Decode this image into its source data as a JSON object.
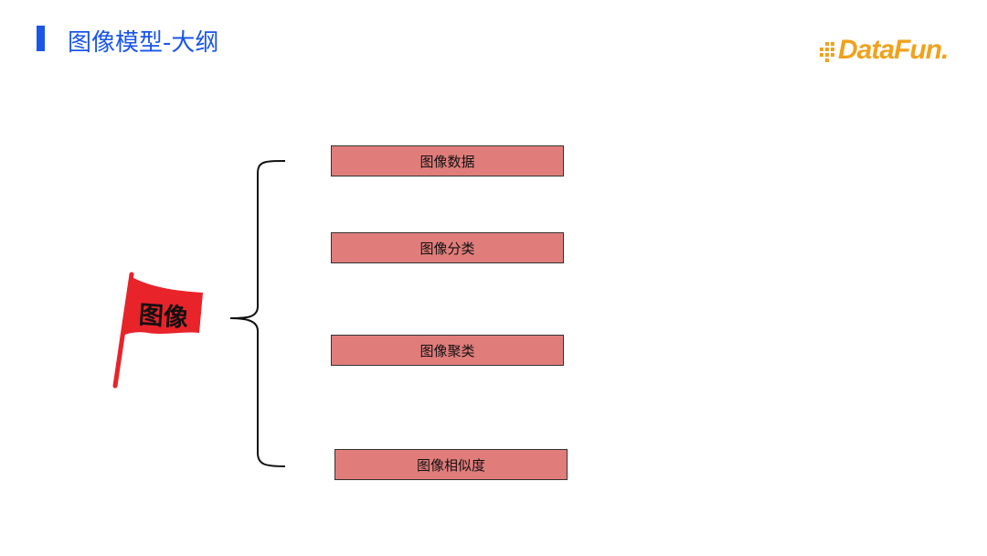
{
  "header": {
    "title": "图像模型-大纲"
  },
  "logo": {
    "text": "DataFun."
  },
  "diagram": {
    "root_label": "图像",
    "branches": [
      {
        "label": "图像数据"
      },
      {
        "label": "图像分类"
      },
      {
        "label": "图像聚类"
      },
      {
        "label": "图像相似度"
      }
    ]
  },
  "colors": {
    "accent": "#1a56e8",
    "box_fill": "#e07d7b",
    "flag_red": "#e8232a",
    "logo_orange": "#f0a21c"
  },
  "icons": {
    "root": "flag-icon",
    "logo": "datafun-logo"
  }
}
